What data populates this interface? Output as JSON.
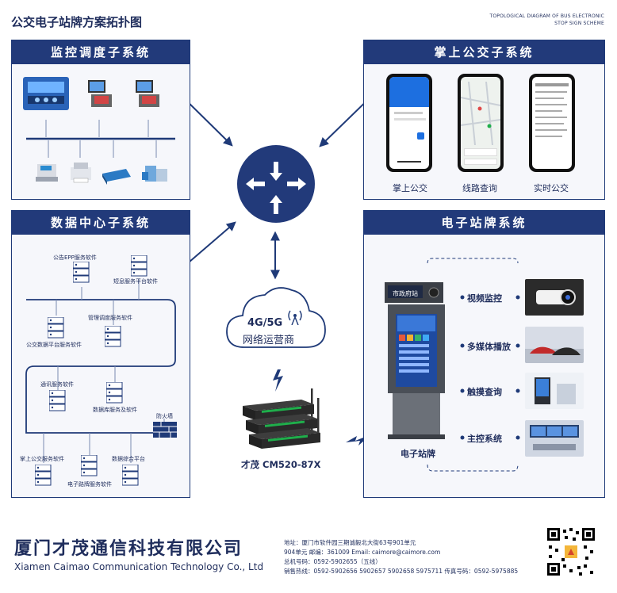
{
  "header": {
    "title": "公交电子站牌方案拓扑图",
    "subtitle_line1": "TOPOLOGICAL DIAGRAM OF BUS ELECTRONIC",
    "subtitle_line2": "STOP SIGN SCHEME"
  },
  "monitoring": {
    "title": "监控调度子系统"
  },
  "mobile": {
    "title": "掌上公交子系统",
    "captions": [
      "掌上公交",
      "线路查询",
      "实时公交"
    ]
  },
  "datacenter": {
    "title": "数据中心子系统",
    "servers": [
      "公告EPP服务软件",
      "短息服务平台软件",
      "管理调度服务软件",
      "公交数据平台服务软件",
      "通讯服务软件",
      "数据库服务及软件",
      "防火墙",
      "掌上公交服务软件",
      "数据综合平台",
      "电子路牌服务软件"
    ]
  },
  "signage": {
    "title": "电子站牌系统",
    "sign_label": "市政府站",
    "caption": "电子站牌",
    "features": [
      "视频监控",
      "多媒体播放",
      "触摸查询",
      "主控系统"
    ]
  },
  "network": {
    "cloud_line1": "4G/5G",
    "cloud_line2": "网络运营商",
    "router_model": "才茂 CM520-87X"
  },
  "footer": {
    "company_cn": "厦门才茂通信科技有限公司",
    "company_en": "Xiamen Caimao Communication Technology Co., Ltd",
    "address": "地址：厦门市软件园三期诚毅北大街63号901单元",
    "postal_email": "904单元 邮编：361009 Email: caimore@caimore.com",
    "phone": "总机号码：0592-5902655（五线）",
    "hotline": "销售热线：0592-5902656 5902657 5902658 5975711 传真号码：0592-5975885"
  },
  "colors": {
    "navy": "#1f3a78",
    "panel_bg": "#f6f7fb",
    "accent_green": "#1fae4b"
  }
}
